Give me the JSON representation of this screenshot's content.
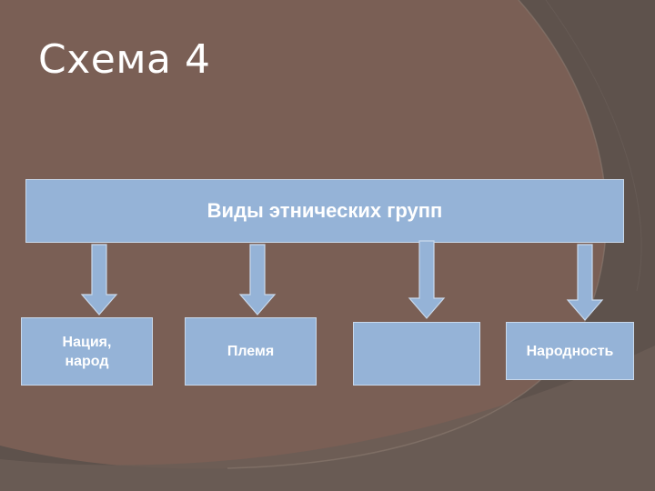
{
  "slide": {
    "title": "Схема 4"
  },
  "diagram": {
    "root": "Виды этнических групп",
    "children": [
      "Нация,\nнарод",
      "Племя",
      "",
      "Народность"
    ]
  },
  "colors": {
    "background_brown": "#7a5f55",
    "background_gray": "#5e524c",
    "box_fill": "#95b3d7",
    "box_border": "#c9d9ec",
    "text": "#ffffff"
  }
}
